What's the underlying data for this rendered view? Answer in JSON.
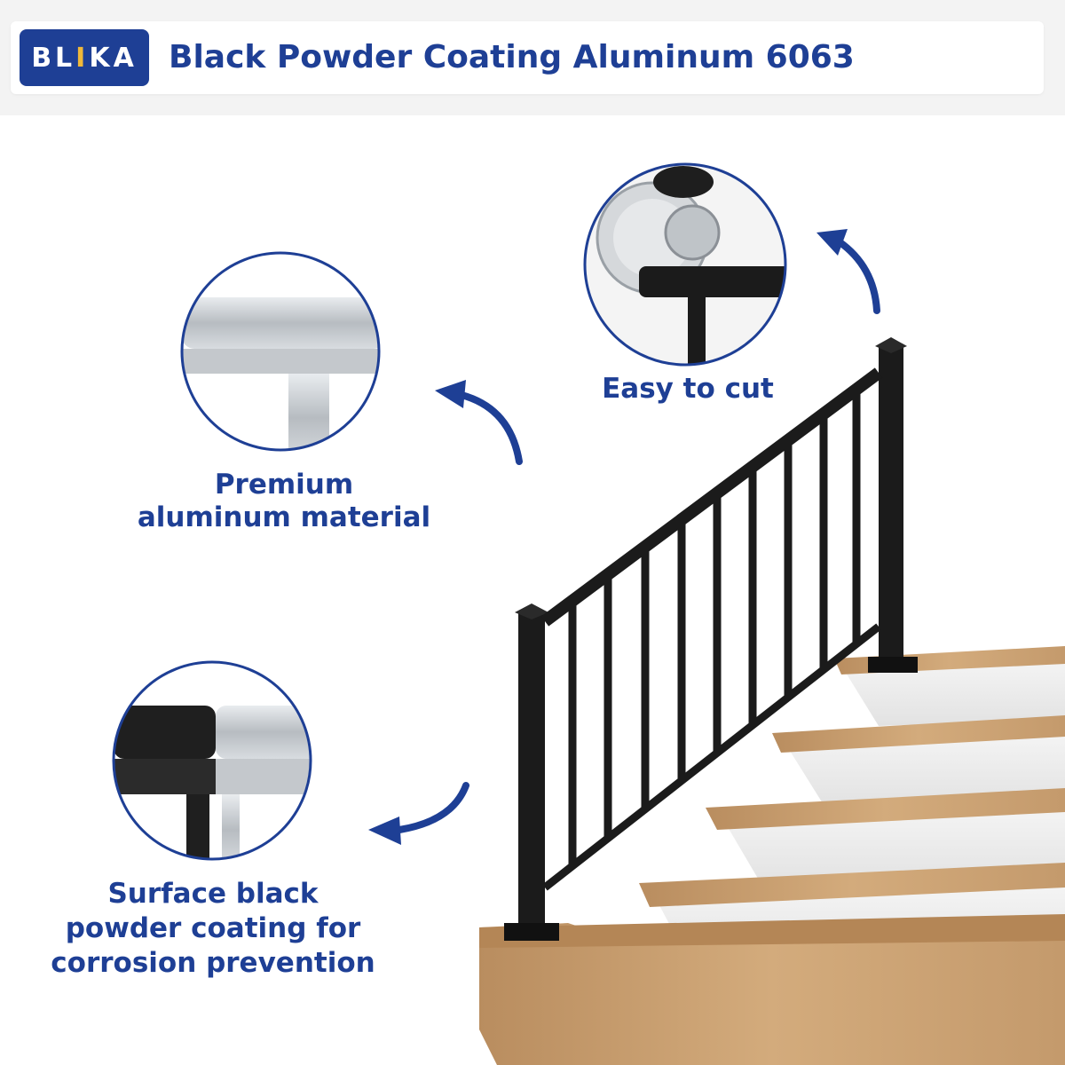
{
  "header": {
    "logo_text": "BLIKA",
    "title": "Black Powder Coating Aluminum 6063"
  },
  "features": {
    "cut": "Easy to cut",
    "material_line1": "Premium",
    "material_line2": "aluminum material",
    "coating_line1": "Surface black",
    "coating_line2": "powder coating for",
    "coating_line3": "corrosion prevention"
  },
  "colors": {
    "brand_blue": "#1e3f95",
    "logo_accent": "#f0b93a",
    "rail_black": "#1b1b1b",
    "wood": "#c49a6c",
    "aluminum": "#c4c8cc"
  },
  "icons": [
    "curved-arrow-icon",
    "screw-icon"
  ]
}
